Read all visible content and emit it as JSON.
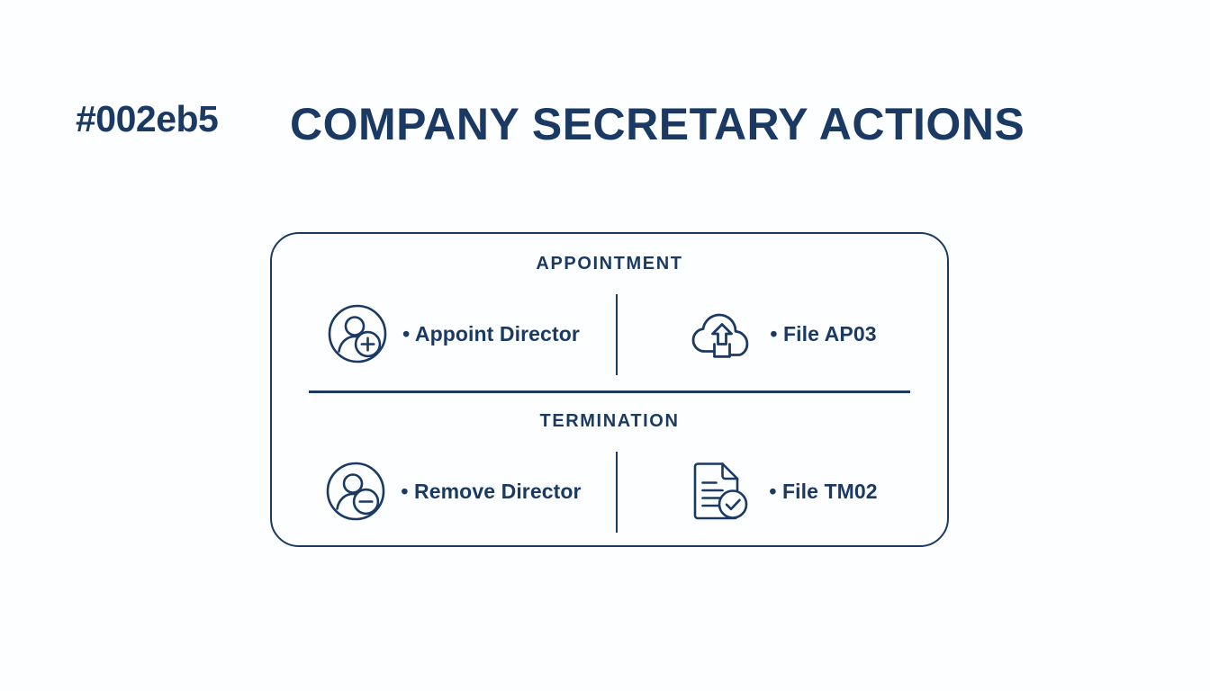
{
  "slide": {
    "reference_code": "#002eb5",
    "title": "COMPANY SECRETARY ACTIONS",
    "background_color": "#fdfeff",
    "accent_color": "#1b3a63"
  },
  "card": {
    "border_color": "#1b3a63",
    "sections": [
      {
        "heading": "APPOINTMENT",
        "items": [
          {
            "icon": "person-add-icon",
            "label": "• Appoint Director"
          },
          {
            "icon": "cloud-upload-icon",
            "label": "• File AP03"
          }
        ]
      },
      {
        "heading": "TERMINATION",
        "items": [
          {
            "icon": "person-remove-icon",
            "label": "• Remove Director"
          },
          {
            "icon": "document-check-icon",
            "label": "• File TM02"
          }
        ]
      }
    ]
  }
}
